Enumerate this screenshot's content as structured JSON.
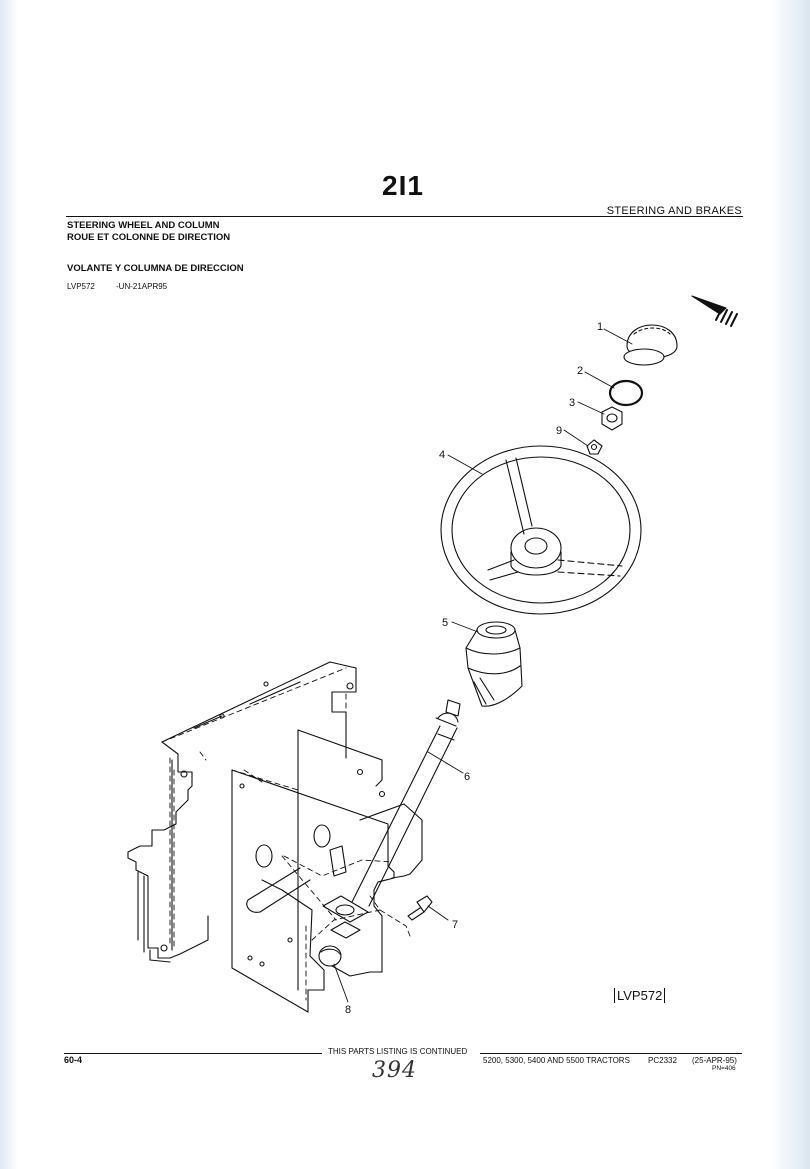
{
  "header": {
    "page_code": "2I1",
    "section_title": "STEERING AND BRAKES"
  },
  "titles": {
    "english": "STEERING WHEEL AND COLUMN",
    "french": "ROUE ET COLONNE DE DIRECTION",
    "spanish": "VOLANTE Y COLUMNA DE DIRECCION"
  },
  "illustration": {
    "code": "LVP572",
    "date": "-UN-21APR95",
    "id_label": "LVP572",
    "callouts": [
      "1",
      "2",
      "3",
      "9",
      "4",
      "5",
      "6",
      "7",
      "8"
    ]
  },
  "footer": {
    "page_number": "60-4",
    "continued": "THIS PARTS LISTING IS CONTINUED",
    "models": "5200, 5300, 5400 AND 5500 TRACTORS",
    "catalog": "PC2332",
    "date": "(25-APR-95)",
    "pn": "PN=406",
    "handwritten": "394"
  }
}
